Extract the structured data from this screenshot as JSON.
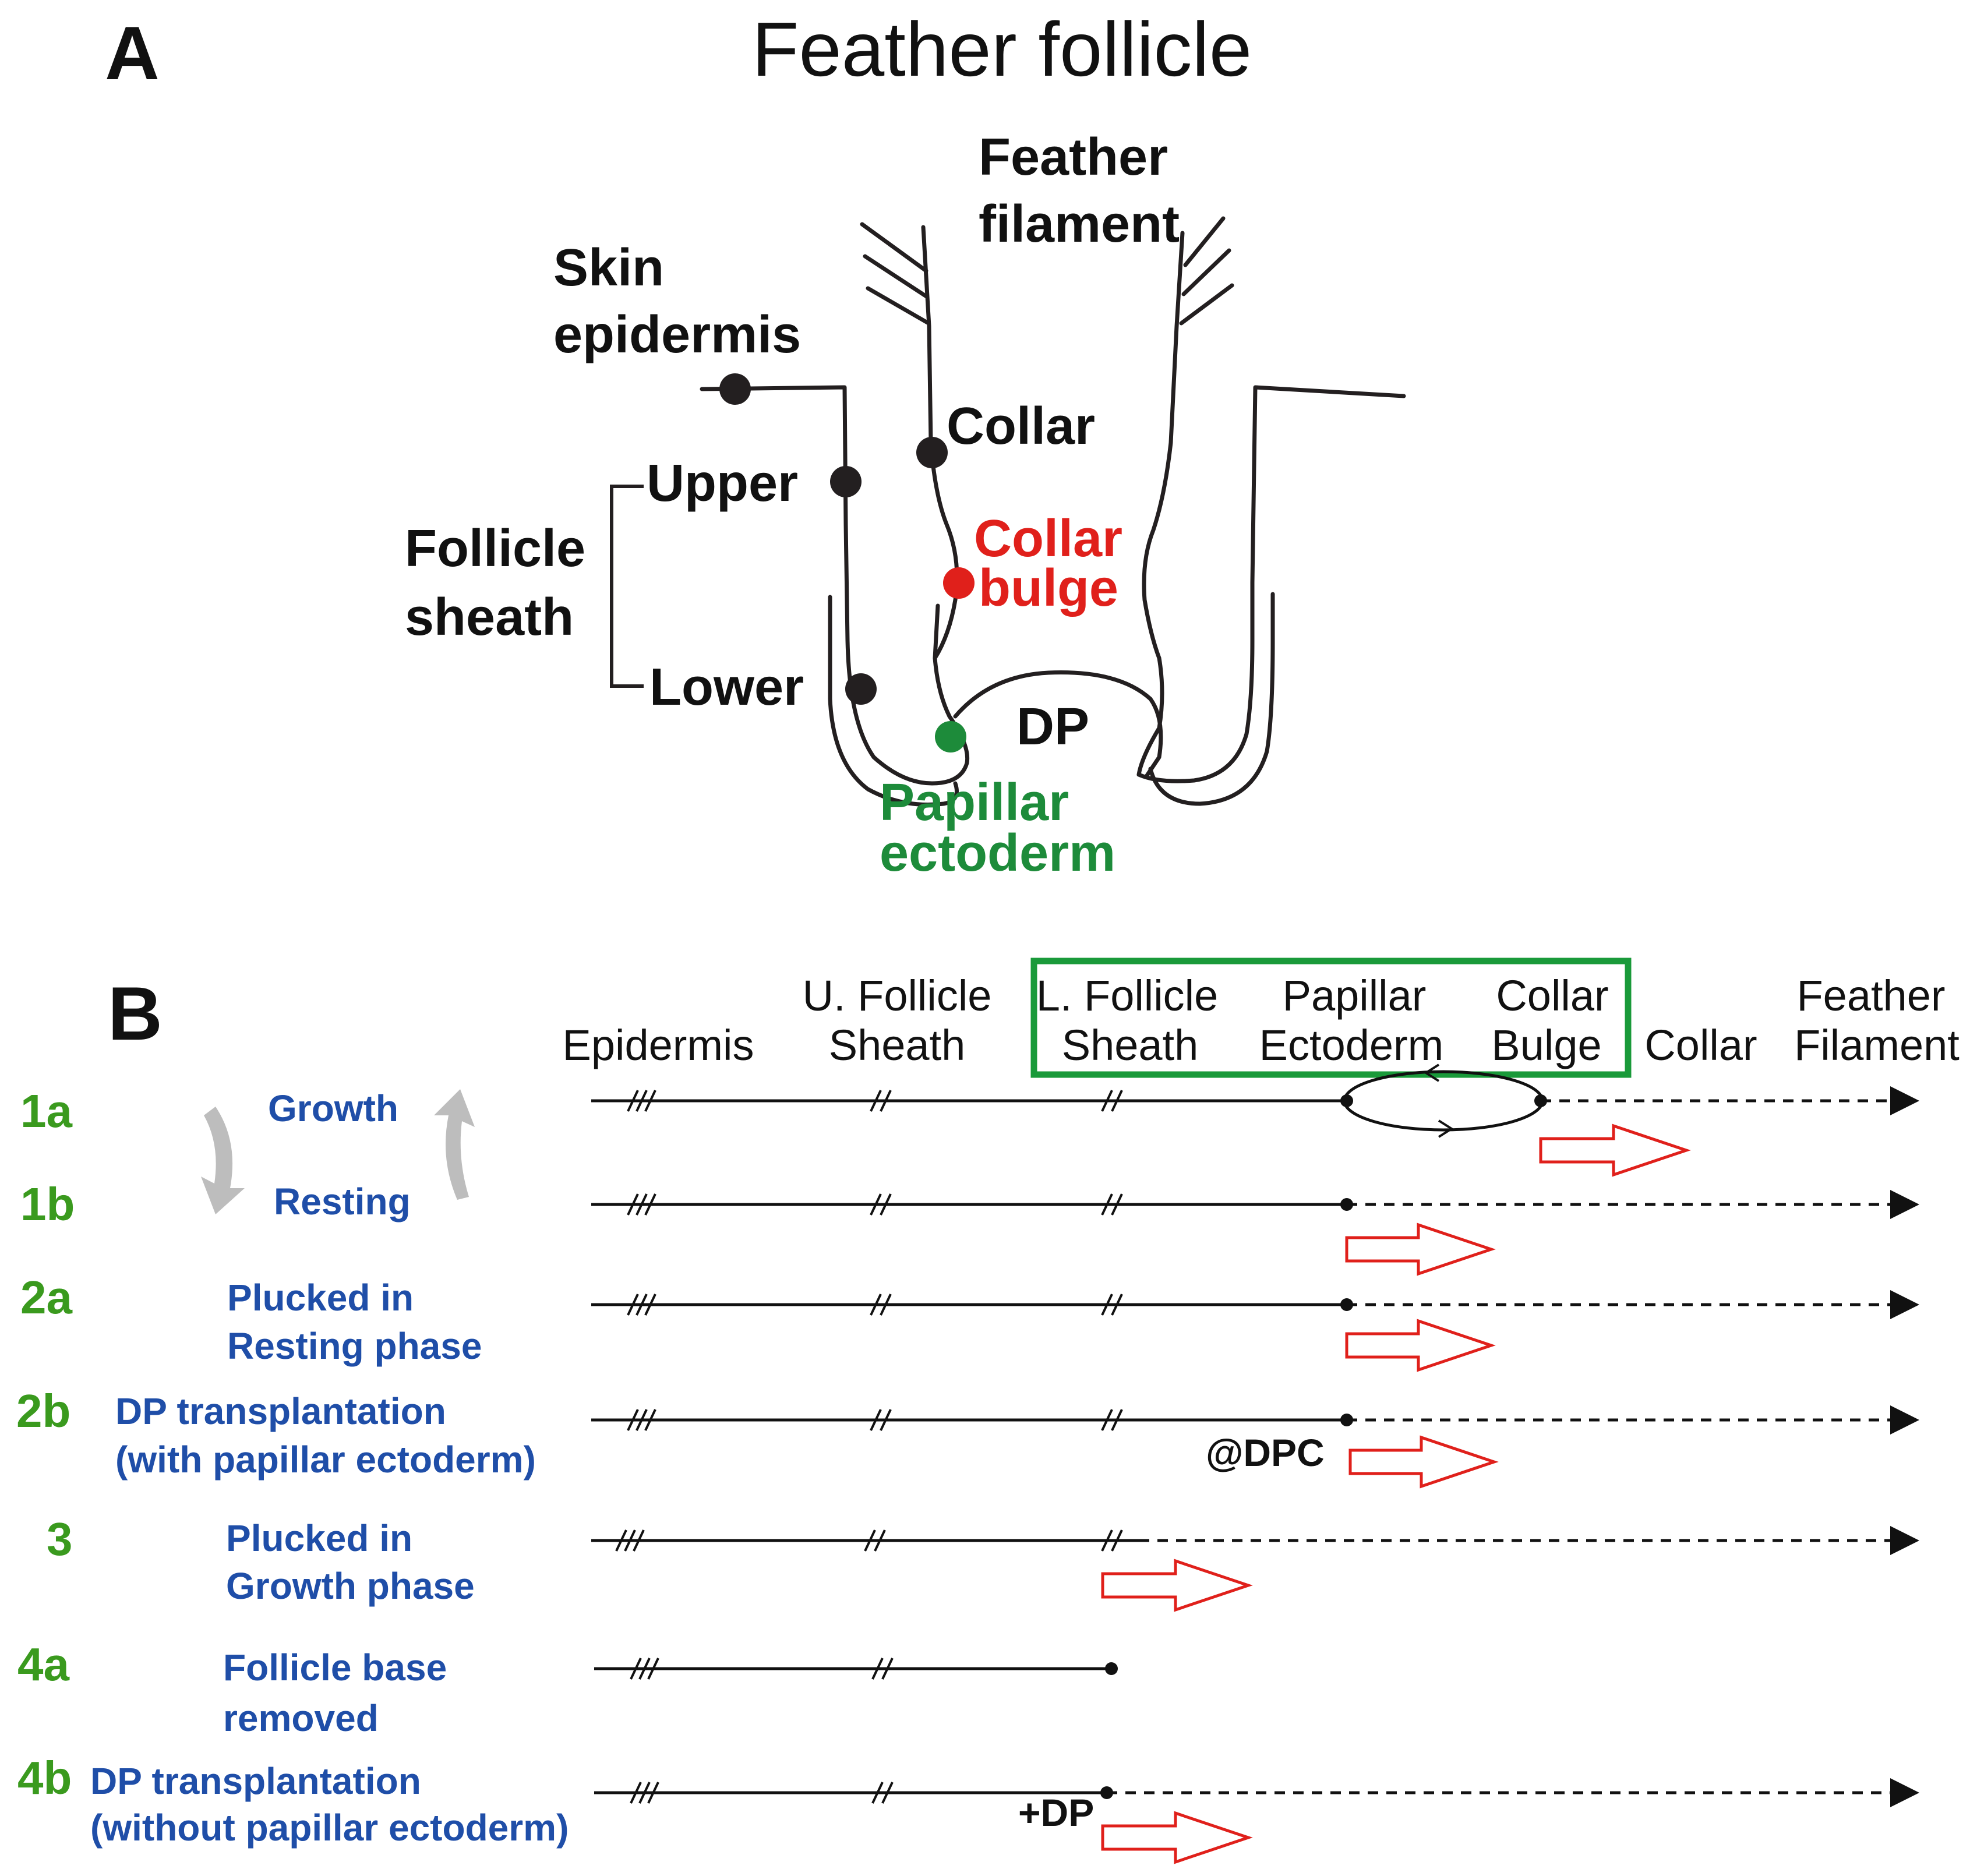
{
  "panel_a": {
    "letter": "A",
    "title": "Feather follicle",
    "labels": {
      "feather_filament_1": "Feather",
      "feather_filament_2": "filament",
      "skin_epidermis_1": "Skin",
      "skin_epidermis_2": "epidermis",
      "collar": "Collar",
      "upper": "Upper",
      "follicle_sheath_1": "Follicle",
      "follicle_sheath_2": "sheath",
      "collar_bulge_1": "Collar",
      "collar_bulge_2": "bulge",
      "lower": "Lower",
      "dp": "DP",
      "papillar_ectoderm_1": "Papillar",
      "papillar_ectoderm_2": "ectoderm"
    }
  },
  "panel_b": {
    "letter": "B",
    "columns": {
      "epidermis": "Epidermis",
      "u_follicle_1": "U. Follicle",
      "u_follicle_2": "Sheath",
      "l_follicle_1": "L. Follicle",
      "l_follicle_2": "Sheath",
      "papillar_1": "Papillar",
      "papillar_2": "Ectoderm",
      "collar_bulge_1": "Collar",
      "collar_bulge_2": "Bulge",
      "collar": "Collar",
      "feather_1": "Feather",
      "feather_2": "Filament"
    },
    "rows": [
      {
        "id": "1a",
        "desc": "Growth"
      },
      {
        "id": "1b",
        "desc": "Resting"
      },
      {
        "id": "2a",
        "desc1": "Plucked in",
        "desc2": "Resting phase"
      },
      {
        "id": "2b",
        "desc1": "DP transplantation",
        "desc2": "(with papillar ectoderm)",
        "annotation": "@DPC"
      },
      {
        "id": "3",
        "desc1": "Plucked in",
        "desc2": "Growth phase"
      },
      {
        "id": "4a",
        "desc1": "Follicle base",
        "desc2": "removed"
      },
      {
        "id": "4b",
        "desc1": "DP transplantation",
        "desc2": "(without papillar ectoderm)",
        "annotation": "+DP"
      }
    ]
  },
  "colors": {
    "black": "#231f20",
    "red": "#e0201b",
    "green": "#1d8b3a",
    "blue": "#1f4ea8",
    "row_green": "#3a9a1e",
    "box_green": "#1a9a3a",
    "arrow_red": "#e0201b",
    "cycle_gray": "#bdbdbd"
  }
}
